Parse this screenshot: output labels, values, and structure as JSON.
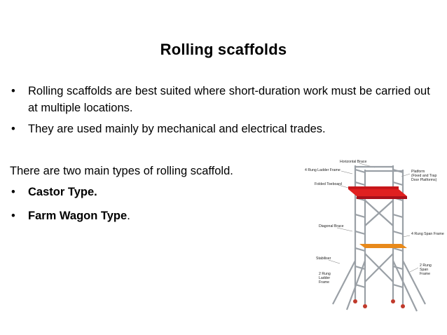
{
  "title": "Rolling scaffolds",
  "bullets": [
    "Rolling scaffolds are best suited where short-duration work must be carried out at multiple locations.",
    "They are used mainly by mechanical and electrical trades."
  ],
  "types_intro": "There are two main types of rolling scaffold.",
  "types": [
    {
      "text": "Castor Type.",
      "suffix": ""
    },
    {
      "text": "Farm Wagon Type",
      "suffix": "."
    }
  ],
  "bullet_glyph": "•",
  "diagram": {
    "labels": {
      "horizontal_brace": "Horizontal Brace",
      "ladder_frame_4": "4 Rung Ladder Frame",
      "folded_toeboard": "Folded Toeboard",
      "platform_1": "Platform",
      "platform_2": "(Fixed and Trap",
      "platform_3": "Door Platforms)",
      "diagonal_brace": "Diagonal Brace",
      "span_frame_4": "4 Rung Span Frame",
      "stabiliser": "Stabiliser",
      "span_2_1": "2 Rung",
      "span_2_2": "Span",
      "span_2_3": "Frame",
      "ladder_2_1": "2 Rung",
      "ladder_2_2": "Ladder",
      "ladder_2_3": "Frame"
    },
    "colors": {
      "platform_top": "#e02020",
      "toeboard": "#c7161a",
      "platform_mid": "#e8891a",
      "tube": "#9aa0a6",
      "castor": "#c0392b"
    }
  }
}
